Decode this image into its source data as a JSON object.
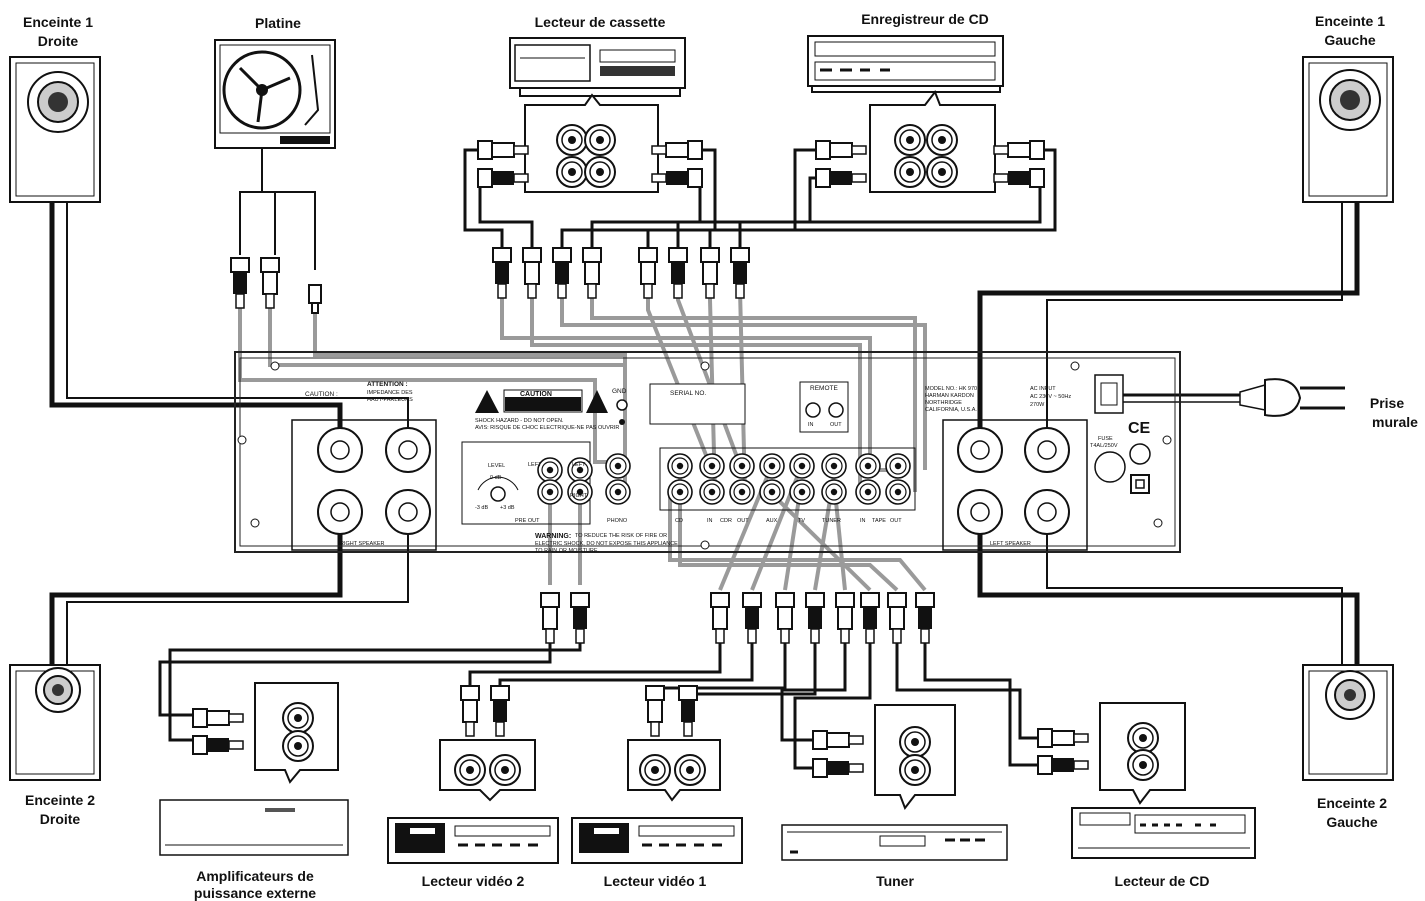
{
  "labels": {
    "speaker_1_right": [
      "Enceinte 1",
      "Droite"
    ],
    "turntable": "Platine",
    "cassette": "Lecteur de cassette",
    "cd_recorder": "Enregistreur de CD",
    "speaker_1_left": [
      "Enceinte 1",
      "Gauche"
    ],
    "wall_outlet": [
      "Prise",
      "murale"
    ],
    "speaker_2_right": [
      "Enceinte 2",
      "Droite"
    ],
    "external_amp": [
      "Amplificateurs de",
      "puissance externe"
    ],
    "video_2": "Lecteur vidéo 2",
    "video_1": "Lecteur vidéo 1",
    "tuner": "Tuner",
    "cd_player": "Lecteur de CD",
    "speaker_2_left": [
      "Enceinte 2",
      "Gauche"
    ]
  },
  "panel": {
    "caution_title": "CAUTION :",
    "attention_title": "ATTENTION :",
    "impedance": [
      "IMPEDANCE DES",
      "HAUT-PARLEURS"
    ],
    "caution_box": "CAUTION",
    "shock": "SHOCK HAZARD - DO NOT OPEN.",
    "avis": "AVIS: RISQUE DE CHOC ELECTRIQUE-NE PAS OUVRIR",
    "gnd": "GND",
    "serial": "SERIAL NO.",
    "remote": "REMOTE",
    "remote_in": "IN",
    "remote_out": "OUT",
    "model": [
      "MODEL NO.: HK 970",
      "HARMAN KARDON",
      "NORTHRIDGE",
      "CALIFORNIA, U.S.A."
    ],
    "ac_input": [
      "AC INPUT",
      "AC 230V ~ 50Hz",
      "270W"
    ],
    "fuse": [
      "FUSE",
      "T4AL/250V"
    ],
    "right_speaker": "RIGHT SPEAKER",
    "left_speaker": "LEFT SPEAKER",
    "pre_out": "PRE OUT",
    "level": "LEVEL",
    "level_0": "0 dB",
    "level_minus": "-3 dB",
    "level_plus": "+3 dB",
    "left": "LEFT",
    "right": "RIGHT",
    "phono": "PHONO",
    "cd": "CD",
    "cdr_in": "IN",
    "cdr": "CDR",
    "cdr_out": "OUT",
    "aux": "AUX",
    "tv": "TV",
    "tuner": "TUNER",
    "tape_in": "IN",
    "tape": "TAPE",
    "tape_out": "OUT",
    "warning_title": "WARNING:",
    "warning_text": [
      "TO REDUCE THE RISK OF FIRE OR",
      "ELECTRIC SHOCK, DO NOT EXPOSE THIS APPLIANCE",
      "TO RAIN OR MOISTURE."
    ],
    "ce": "CE"
  },
  "colors": {
    "cable_dark": "#111111",
    "cable_light": "#9a9a9a",
    "panel_stroke": "#222222"
  }
}
